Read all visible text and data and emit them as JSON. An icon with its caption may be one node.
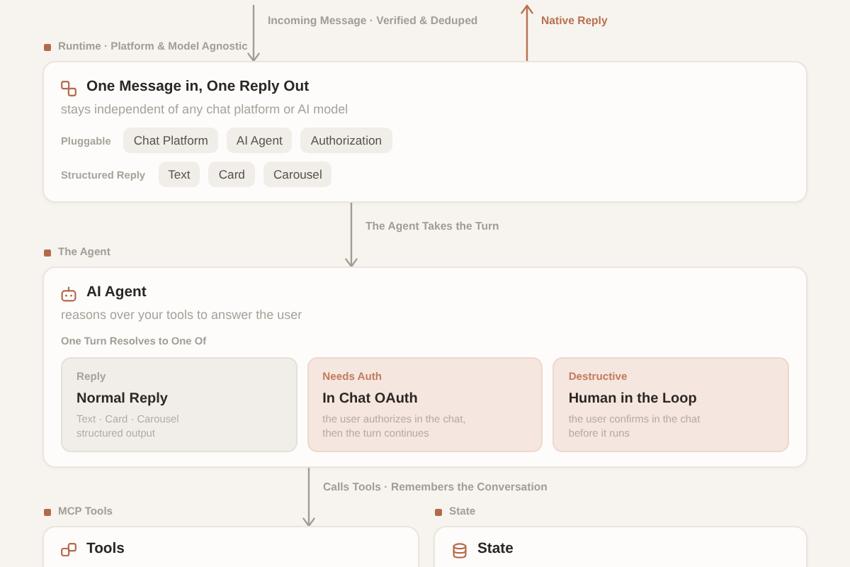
{
  "diagram": {
    "nodes": [
      {
        "text": [
          "Runtime · Platform & Model Agnostic",
          "One Message in, One Reply Out",
          "stays independent of any chat platform or AI model",
          "Pluggable",
          "Structured Reply"
        ]
      },
      {
        "text": [
          "Chat Platform"
        ],
        "in": 0
      },
      {
        "text": [
          "AI Agent"
        ],
        "in": 0
      },
      {
        "text": [
          "Authorization"
        ],
        "in": 0
      },
      {
        "text": [
          "Text"
        ],
        "in": 0
      },
      {
        "text": [
          "Card"
        ],
        "in": 0
      },
      {
        "text": [
          "Carousel"
        ],
        "in": 0
      },
      {
        "text": [
          "The Agent",
          "AI Agent",
          "reasons over your tools to answer the user",
          "One Turn Resolves to One Of"
        ]
      },
      {
        "text": [
          "Reply",
          "Normal Reply",
          "Text · Card · Carousel structured output"
        ],
        "in": 7
      },
      {
        "text": [
          "Needs Auth",
          "In Chat OAuth",
          "the user authorizes in the chat, then the turn continues"
        ],
        "in": 7
      },
      {
        "text": [
          "Destructive",
          "Human in the Loop",
          "the user confirms in the chat before it runs"
        ],
        "in": 7
      },
      {
        "text": [
          "MCP Tools",
          "Tools"
        ]
      },
      {
        "text": [
          "State",
          "State"
        ]
      }
    ],
    "edges": [
      {
        "from": null,
        "to": 0,
        "arrow": "to",
        "label": "Incoming Message · Verified & Deduped"
      },
      {
        "from": 0,
        "to": null,
        "arrow": "to",
        "label": "Native Reply",
        "color": "#b8704f"
      },
      {
        "from": 0,
        "to": 7,
        "arrow": "to",
        "label": "The Agent Takes the Turn"
      },
      {
        "from": 7,
        "to": 11,
        "arrow": "to",
        "label": "Calls Tools · Remembers the Conversation"
      }
    ]
  }
}
